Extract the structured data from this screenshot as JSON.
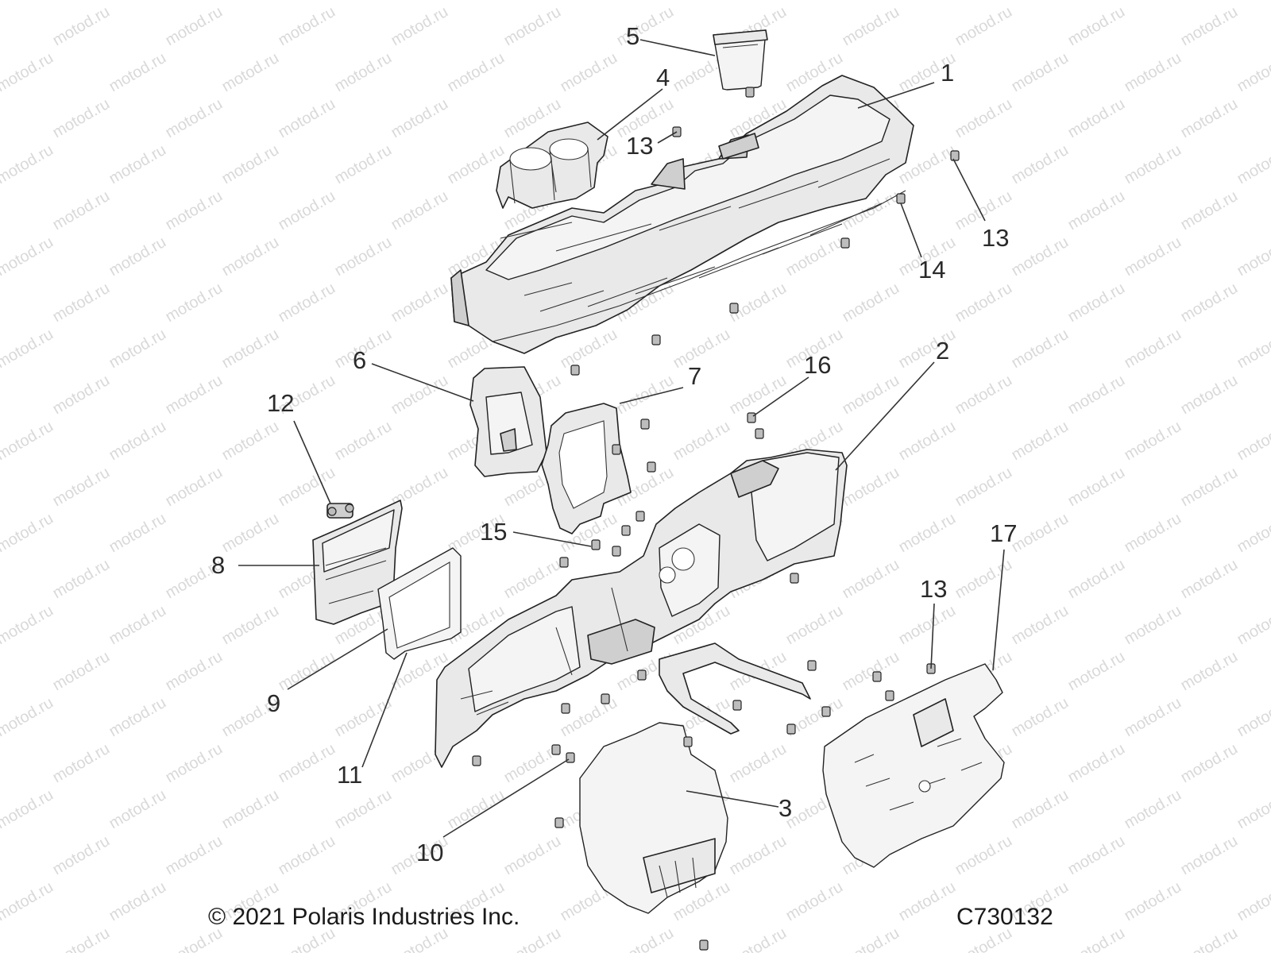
{
  "watermark": "motod.ru",
  "copyright": "© 2021 Polaris Industries Inc.",
  "diagram_code": "C730132",
  "callouts": [
    "1",
    "2",
    "3",
    "4",
    "5",
    "6",
    "7",
    "8",
    "9",
    "10",
    "11",
    "12",
    "13",
    "13",
    "13",
    "14",
    "15",
    "16",
    "17"
  ]
}
